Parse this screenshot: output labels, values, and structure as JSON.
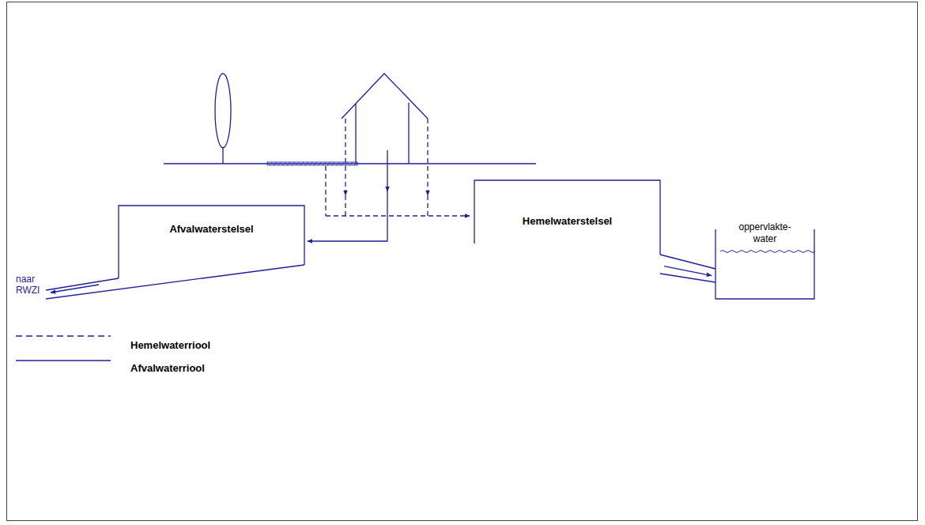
{
  "diagram": {
    "nodes": [
      {
        "text": [
          "Afvalwaterstelsel"
        ]
      },
      {
        "text": [
          "Hemelwaterstelsel"
        ]
      },
      {
        "text": [
          "oppervlakte- water"
        ]
      }
    ],
    "edges": [
      {
        "from": 1,
        "to": 2,
        "arrow": "to"
      }
    ],
    "labels": [
      "naar RWZI"
    ],
    "legend": [
      {
        "text": "Hemelwaterriool"
      },
      {
        "text": "Afvalwaterriool"
      }
    ]
  }
}
